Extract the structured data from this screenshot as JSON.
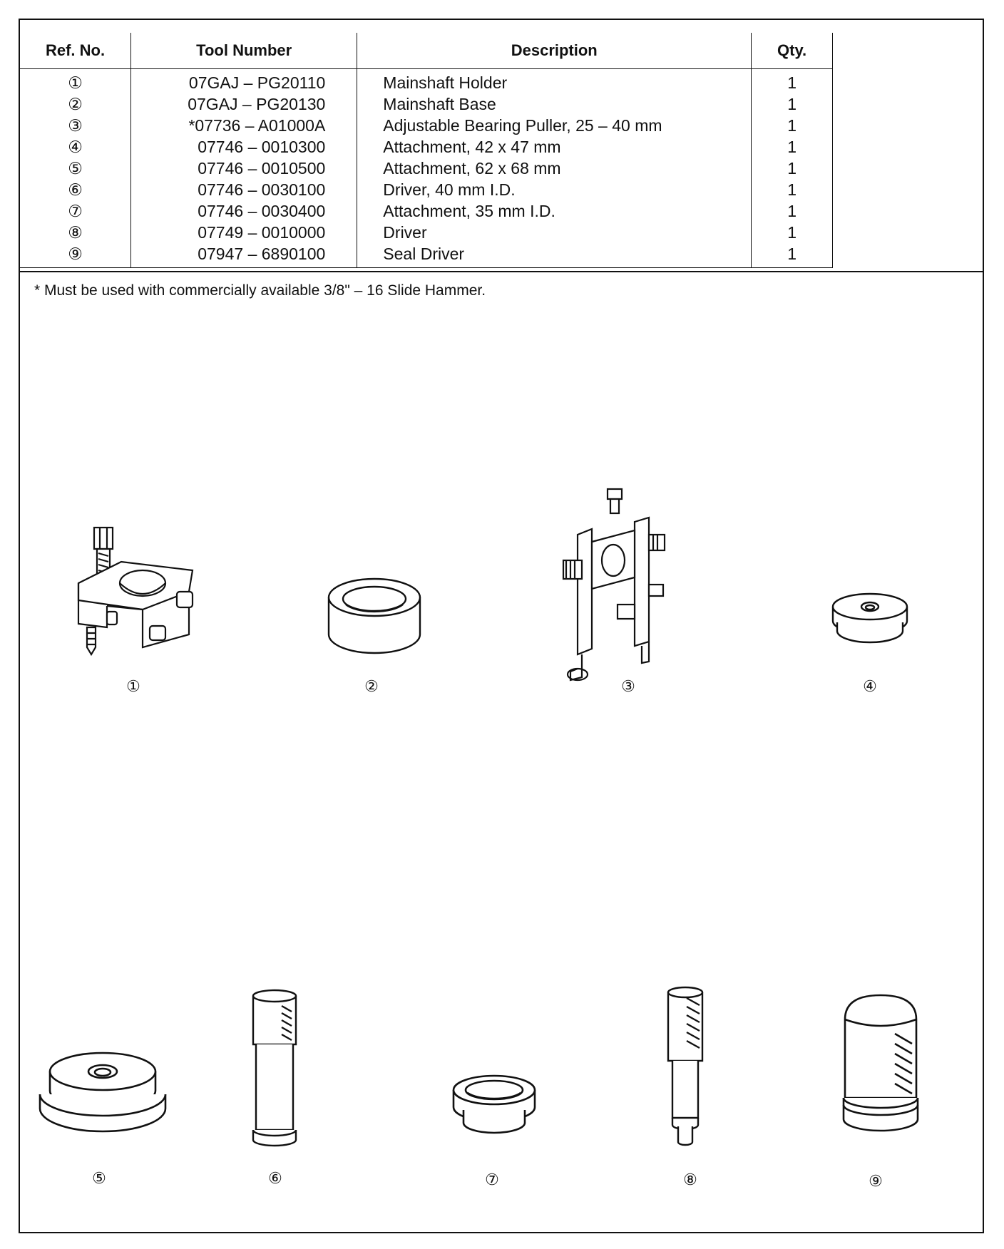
{
  "table": {
    "headers": {
      "ref": "Ref. No.",
      "tool": "Tool Number",
      "description": "Description",
      "qty": "Qty."
    },
    "rows": [
      {
        "ref": "①",
        "tool": "07GAJ – PG20110",
        "description": "Mainshaft Holder",
        "qty": "1"
      },
      {
        "ref": "②",
        "tool": "07GAJ – PG20130",
        "description": "Mainshaft Base",
        "qty": "1"
      },
      {
        "ref": "③",
        "tool": "*07736 – A01000A",
        "description": "Adjustable Bearing Puller, 25 – 40 mm",
        "qty": "1"
      },
      {
        "ref": "④",
        "tool": "07746 – 0010300",
        "description": "Attachment, 42 x 47 mm",
        "qty": "1"
      },
      {
        "ref": "⑤",
        "tool": "07746 – 0010500",
        "description": "Attachment, 62 x 68 mm",
        "qty": "1"
      },
      {
        "ref": "⑥",
        "tool": "07746 – 0030100",
        "description": "Driver, 40 mm I.D.",
        "qty": "1"
      },
      {
        "ref": "⑦",
        "tool": "07746 – 0030400",
        "description": "Attachment, 35 mm I.D.",
        "qty": "1"
      },
      {
        "ref": "⑧",
        "tool": "07749 – 0010000",
        "description": "Driver",
        "qty": "1"
      },
      {
        "ref": "⑨",
        "tool": "07947 – 6890100",
        "description": "Seal Driver",
        "qty": "1"
      }
    ]
  },
  "footnote": "* Must be used with commercially available 3/8\" – 16 Slide Hammer.",
  "illustrations": {
    "captions": [
      "①",
      "②",
      "③",
      "④",
      "⑤",
      "⑥",
      "⑦",
      "⑧",
      "⑨"
    ]
  }
}
